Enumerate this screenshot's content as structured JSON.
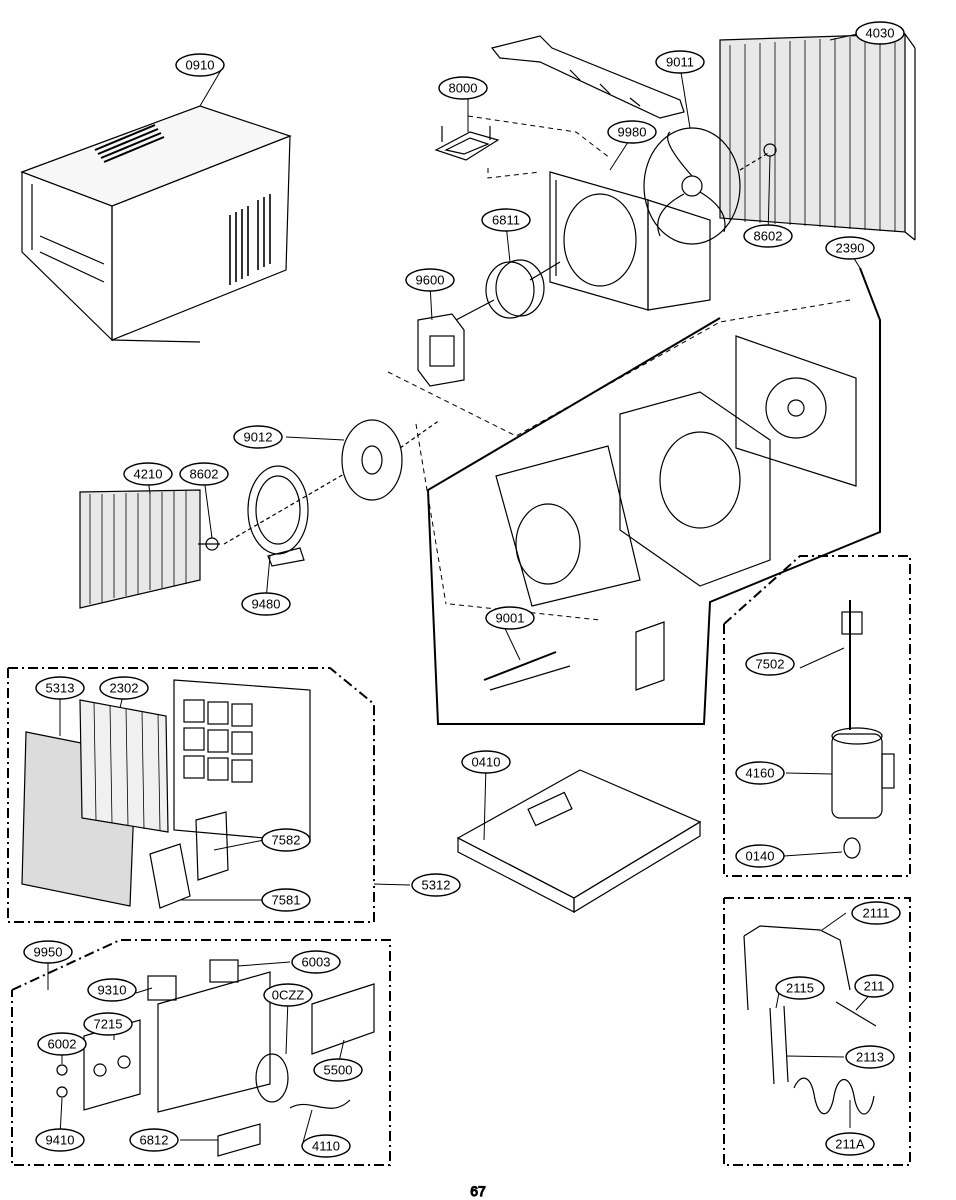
{
  "page": {
    "number": "67"
  },
  "parts": [
    {
      "id": "p0910",
      "label": "0910"
    },
    {
      "id": "p8000",
      "label": "8000"
    },
    {
      "id": "p9011",
      "label": "9011"
    },
    {
      "id": "p4030",
      "label": "4030"
    },
    {
      "id": "p9980",
      "label": "9980"
    },
    {
      "id": "p6811",
      "label": "6811"
    },
    {
      "id": "p8602a",
      "label": "8602"
    },
    {
      "id": "p2390",
      "label": "2390"
    },
    {
      "id": "p9600",
      "label": "9600"
    },
    {
      "id": "p9012",
      "label": "9012"
    },
    {
      "id": "p4210",
      "label": "4210"
    },
    {
      "id": "p8602b",
      "label": "8602"
    },
    {
      "id": "p9480",
      "label": "9480"
    },
    {
      "id": "p9001",
      "label": "9001"
    },
    {
      "id": "p7502",
      "label": "7502"
    },
    {
      "id": "p5313",
      "label": "5313"
    },
    {
      "id": "p2302",
      "label": "2302"
    },
    {
      "id": "p0410",
      "label": "0410"
    },
    {
      "id": "p4160",
      "label": "4160"
    },
    {
      "id": "p7582",
      "label": "7582"
    },
    {
      "id": "p0140",
      "label": "0140"
    },
    {
      "id": "p5312",
      "label": "5312"
    },
    {
      "id": "p7581",
      "label": "7581"
    },
    {
      "id": "p9950",
      "label": "9950"
    },
    {
      "id": "p2111",
      "label": "2111"
    },
    {
      "id": "p6003",
      "label": "6003"
    },
    {
      "id": "p9310",
      "label": "9310"
    },
    {
      "id": "p0CZZ",
      "label": "0CZZ"
    },
    {
      "id": "p7215",
      "label": "7215"
    },
    {
      "id": "p2115",
      "label": "2115"
    },
    {
      "id": "p211",
      "label": "211"
    },
    {
      "id": "p6002",
      "label": "6002"
    },
    {
      "id": "p5500",
      "label": "5500"
    },
    {
      "id": "p2113",
      "label": "2113"
    },
    {
      "id": "p9410",
      "label": "9410"
    },
    {
      "id": "p6812",
      "label": "6812"
    },
    {
      "id": "p4110",
      "label": "4110"
    },
    {
      "id": "p211A",
      "label": "211A"
    }
  ]
}
